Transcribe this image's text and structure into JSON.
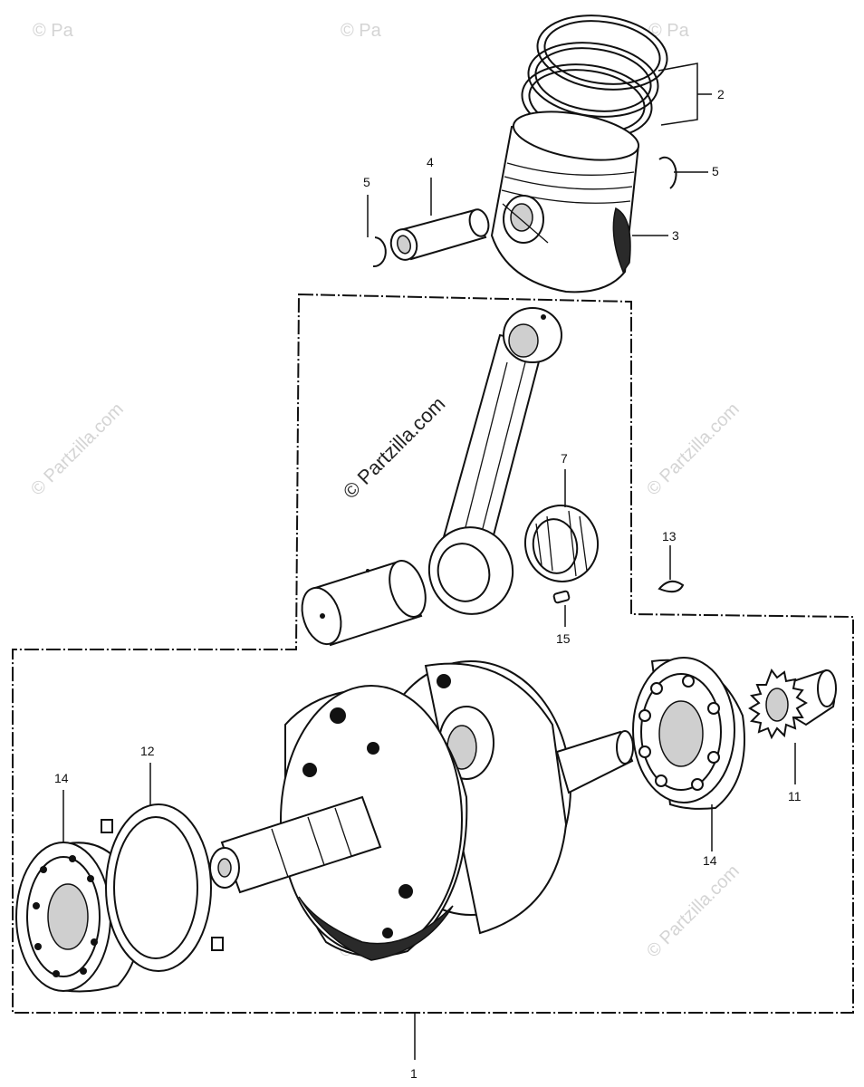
{
  "diagram": {
    "callouts": {
      "c1": "1",
      "c2": "2",
      "c3": "3",
      "c4": "4",
      "c5a": "5",
      "c5b": "5",
      "c7": "7",
      "c11": "11",
      "c12": "12",
      "c13": "13",
      "c14a": "14",
      "c14b": "14",
      "c15": "15"
    },
    "watermark": "© Partzilla.com",
    "watermark_short": "© Pa"
  }
}
